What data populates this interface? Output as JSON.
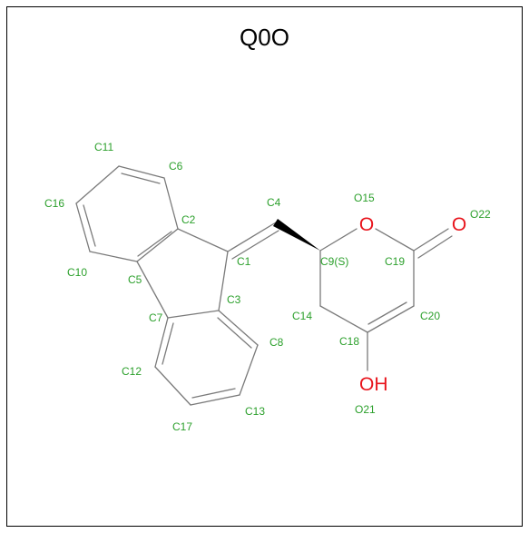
{
  "title": "Q0O",
  "colors": {
    "bond": "#7a7a7a",
    "wedge": "#000000",
    "atom_label": "#2ca02c",
    "heteroatom": "#e8141c",
    "frame": "#000000",
    "background": "#ffffff"
  },
  "heteroatoms": {
    "ring_oxygen": "O",
    "carbonyl_oxygen": "O",
    "hydroxyl": "OH"
  },
  "atom_labels": {
    "C1": "C1",
    "C2": "C2",
    "C3": "C3",
    "C4": "C4",
    "C5": "C5",
    "C6": "C6",
    "C7": "C7",
    "C8": "C8",
    "C9": "C9(S)",
    "C10": "C10",
    "C11": "C11",
    "C12": "C12",
    "C13": "C13",
    "C14": "C14",
    "O15": "O15",
    "C16": "C16",
    "C17": "C17",
    "C18": "C18",
    "C19": "C19",
    "C20": "C20",
    "O21": "O21",
    "O22": "O22"
  }
}
